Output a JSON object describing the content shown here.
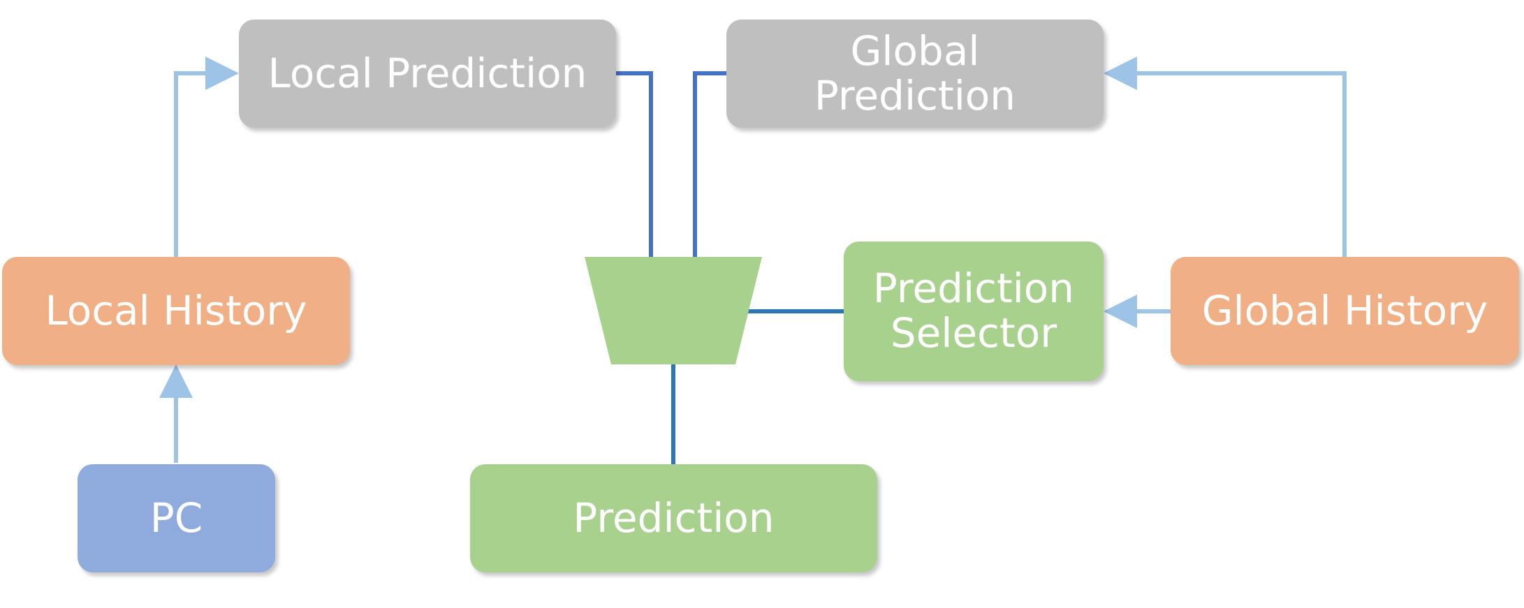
{
  "colors": {
    "gray_box": "#BFBFBF",
    "orange_box": "#F0AF84",
    "green_box": "#A9D18E",
    "blue_box": "#8FAADC",
    "light_arrow": "#9DC3E6",
    "dark_line": "#4472C4",
    "mux_line": "#2E75B6"
  },
  "nodes": {
    "local_prediction": {
      "label": "Local Prediction"
    },
    "global_prediction": {
      "label_line1": "Global",
      "label_line2": "Prediction"
    },
    "local_history": {
      "label": "Local History"
    },
    "prediction_selector": {
      "label_line1": "Prediction",
      "label_line2": "Selector"
    },
    "global_history": {
      "label": "Global History"
    },
    "pc": {
      "label": "PC"
    },
    "prediction": {
      "label": "Prediction"
    }
  }
}
